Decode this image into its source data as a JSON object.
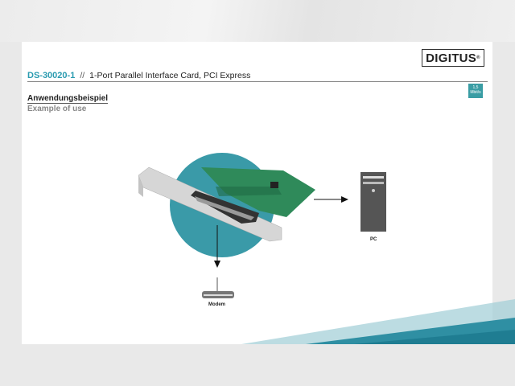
{
  "brand": {
    "logo": "DIGITUS",
    "registered": "®"
  },
  "header": {
    "sku": "DS-30020-1",
    "separator": "//",
    "product_name": "1-Port Parallel Interface Card, PCI Express"
  },
  "badge": {
    "line1": "1,5",
    "line2": "Mbit/s"
  },
  "section": {
    "title_de": "Anwendungsbeispiel",
    "title_en": "Example of use"
  },
  "diagram": {
    "pc_label": "PC",
    "modem_label": "Modem"
  },
  "colors": {
    "accent": "#2a9bb0",
    "circle": "#3a9aa8",
    "pcb": "#2f8a5a"
  }
}
